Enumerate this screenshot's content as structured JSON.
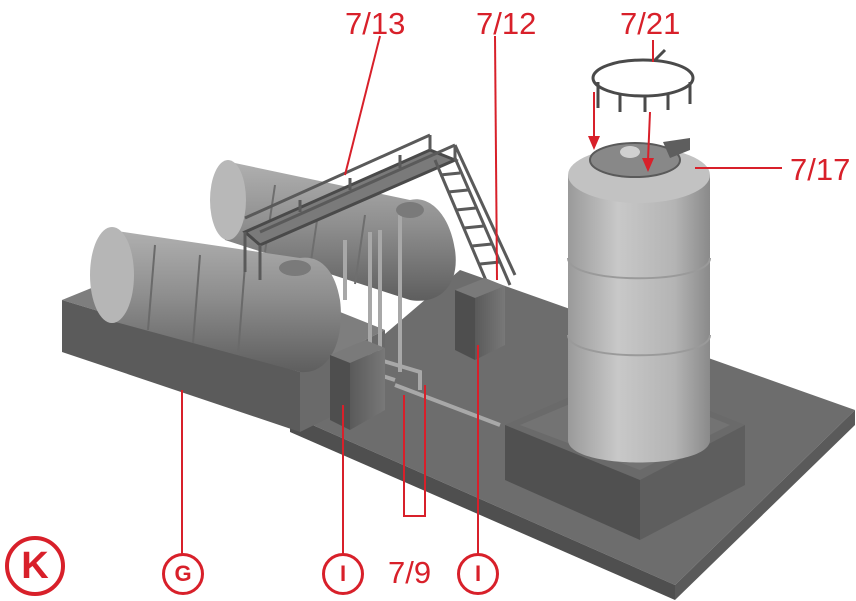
{
  "diagram": {
    "part_labels": {
      "stairway": "7/13",
      "ladder": "7/12",
      "railing": "7/21",
      "roof_bracket": "7/17",
      "pipes": "7/9"
    },
    "circle_labels": {
      "section": "K",
      "tank_basin": "G",
      "pump_house_left": "I",
      "pump_house_right": "I"
    },
    "colors": {
      "callout": "#d8202a",
      "model_gray": "#8e8e8e",
      "base_gray": "#6a6a6a"
    }
  }
}
